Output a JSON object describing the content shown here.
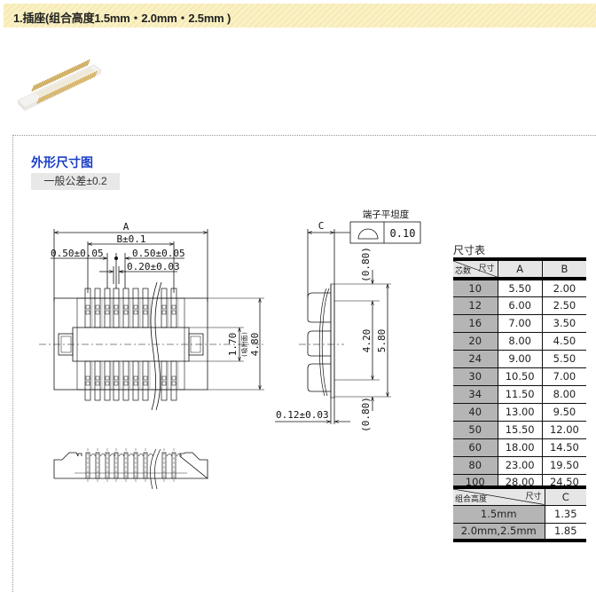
{
  "header": {
    "title": "1.插座(组合高度1.5mm・2.0mm・2.5mm )"
  },
  "product_image": {
    "alt": "connector-receptacle-photo"
  },
  "outline": {
    "title": "外形尺寸图",
    "tolerance": "一般公差±0.2"
  },
  "drawing": {
    "top_view": {
      "dim_A": "A",
      "dim_B": "B±0.1",
      "pitch_left": "0.50±0.05",
      "pitch_right": "0.50±0.05",
      "terminal_width": "0.20±0.03",
      "dim_1_70": "1.70",
      "note_1_70": "(吸附面)",
      "dim_4_80": "4.80"
    },
    "side_view": {
      "dim_C": "C",
      "flatness_label": "端子平坦度",
      "flatness_value": "0.10",
      "dim_top": "(0.80)",
      "dim_4_20": "4.20",
      "dim_5_80": "5.80",
      "dim_bottom": "(0.80)",
      "terminal_thickness": "0.12±0.03"
    }
  },
  "size_table": {
    "title": "尺寸表",
    "corner_top": "尺寸",
    "corner_bottom": "芯数",
    "columns": [
      "A",
      "B"
    ],
    "rows": [
      {
        "pins": "10",
        "A": "5.50",
        "B": "2.00"
      },
      {
        "pins": "12",
        "A": "6.00",
        "B": "2.50"
      },
      {
        "pins": "16",
        "A": "7.00",
        "B": "3.50"
      },
      {
        "pins": "20",
        "A": "8.00",
        "B": "4.50"
      },
      {
        "pins": "24",
        "A": "9.00",
        "B": "5.50"
      },
      {
        "pins": "30",
        "A": "10.50",
        "B": "7.00"
      },
      {
        "pins": "34",
        "A": "11.50",
        "B": "8.00"
      },
      {
        "pins": "40",
        "A": "13.00",
        "B": "9.50"
      },
      {
        "pins": "50",
        "A": "15.50",
        "B": "12.00"
      },
      {
        "pins": "60",
        "A": "18.00",
        "B": "14.50"
      },
      {
        "pins": "80",
        "A": "23.00",
        "B": "19.50"
      },
      {
        "pins": "100",
        "A": "28.00",
        "B": "24.50"
      }
    ]
  },
  "height_table": {
    "corner_top": "尺寸",
    "corner_bottom": "组合高度",
    "columns": [
      "C"
    ],
    "rows": [
      {
        "height": "1.5mm",
        "C": "1.35"
      },
      {
        "height": "2.0mm,2.5mm",
        "C": "1.85"
      }
    ]
  },
  "colors": {
    "header_bg": "#faf1c6",
    "title_blue": "#1a3ec8",
    "table_key_bg": "#b5b5b5",
    "table_head_bg": "#e6e6e6"
  }
}
